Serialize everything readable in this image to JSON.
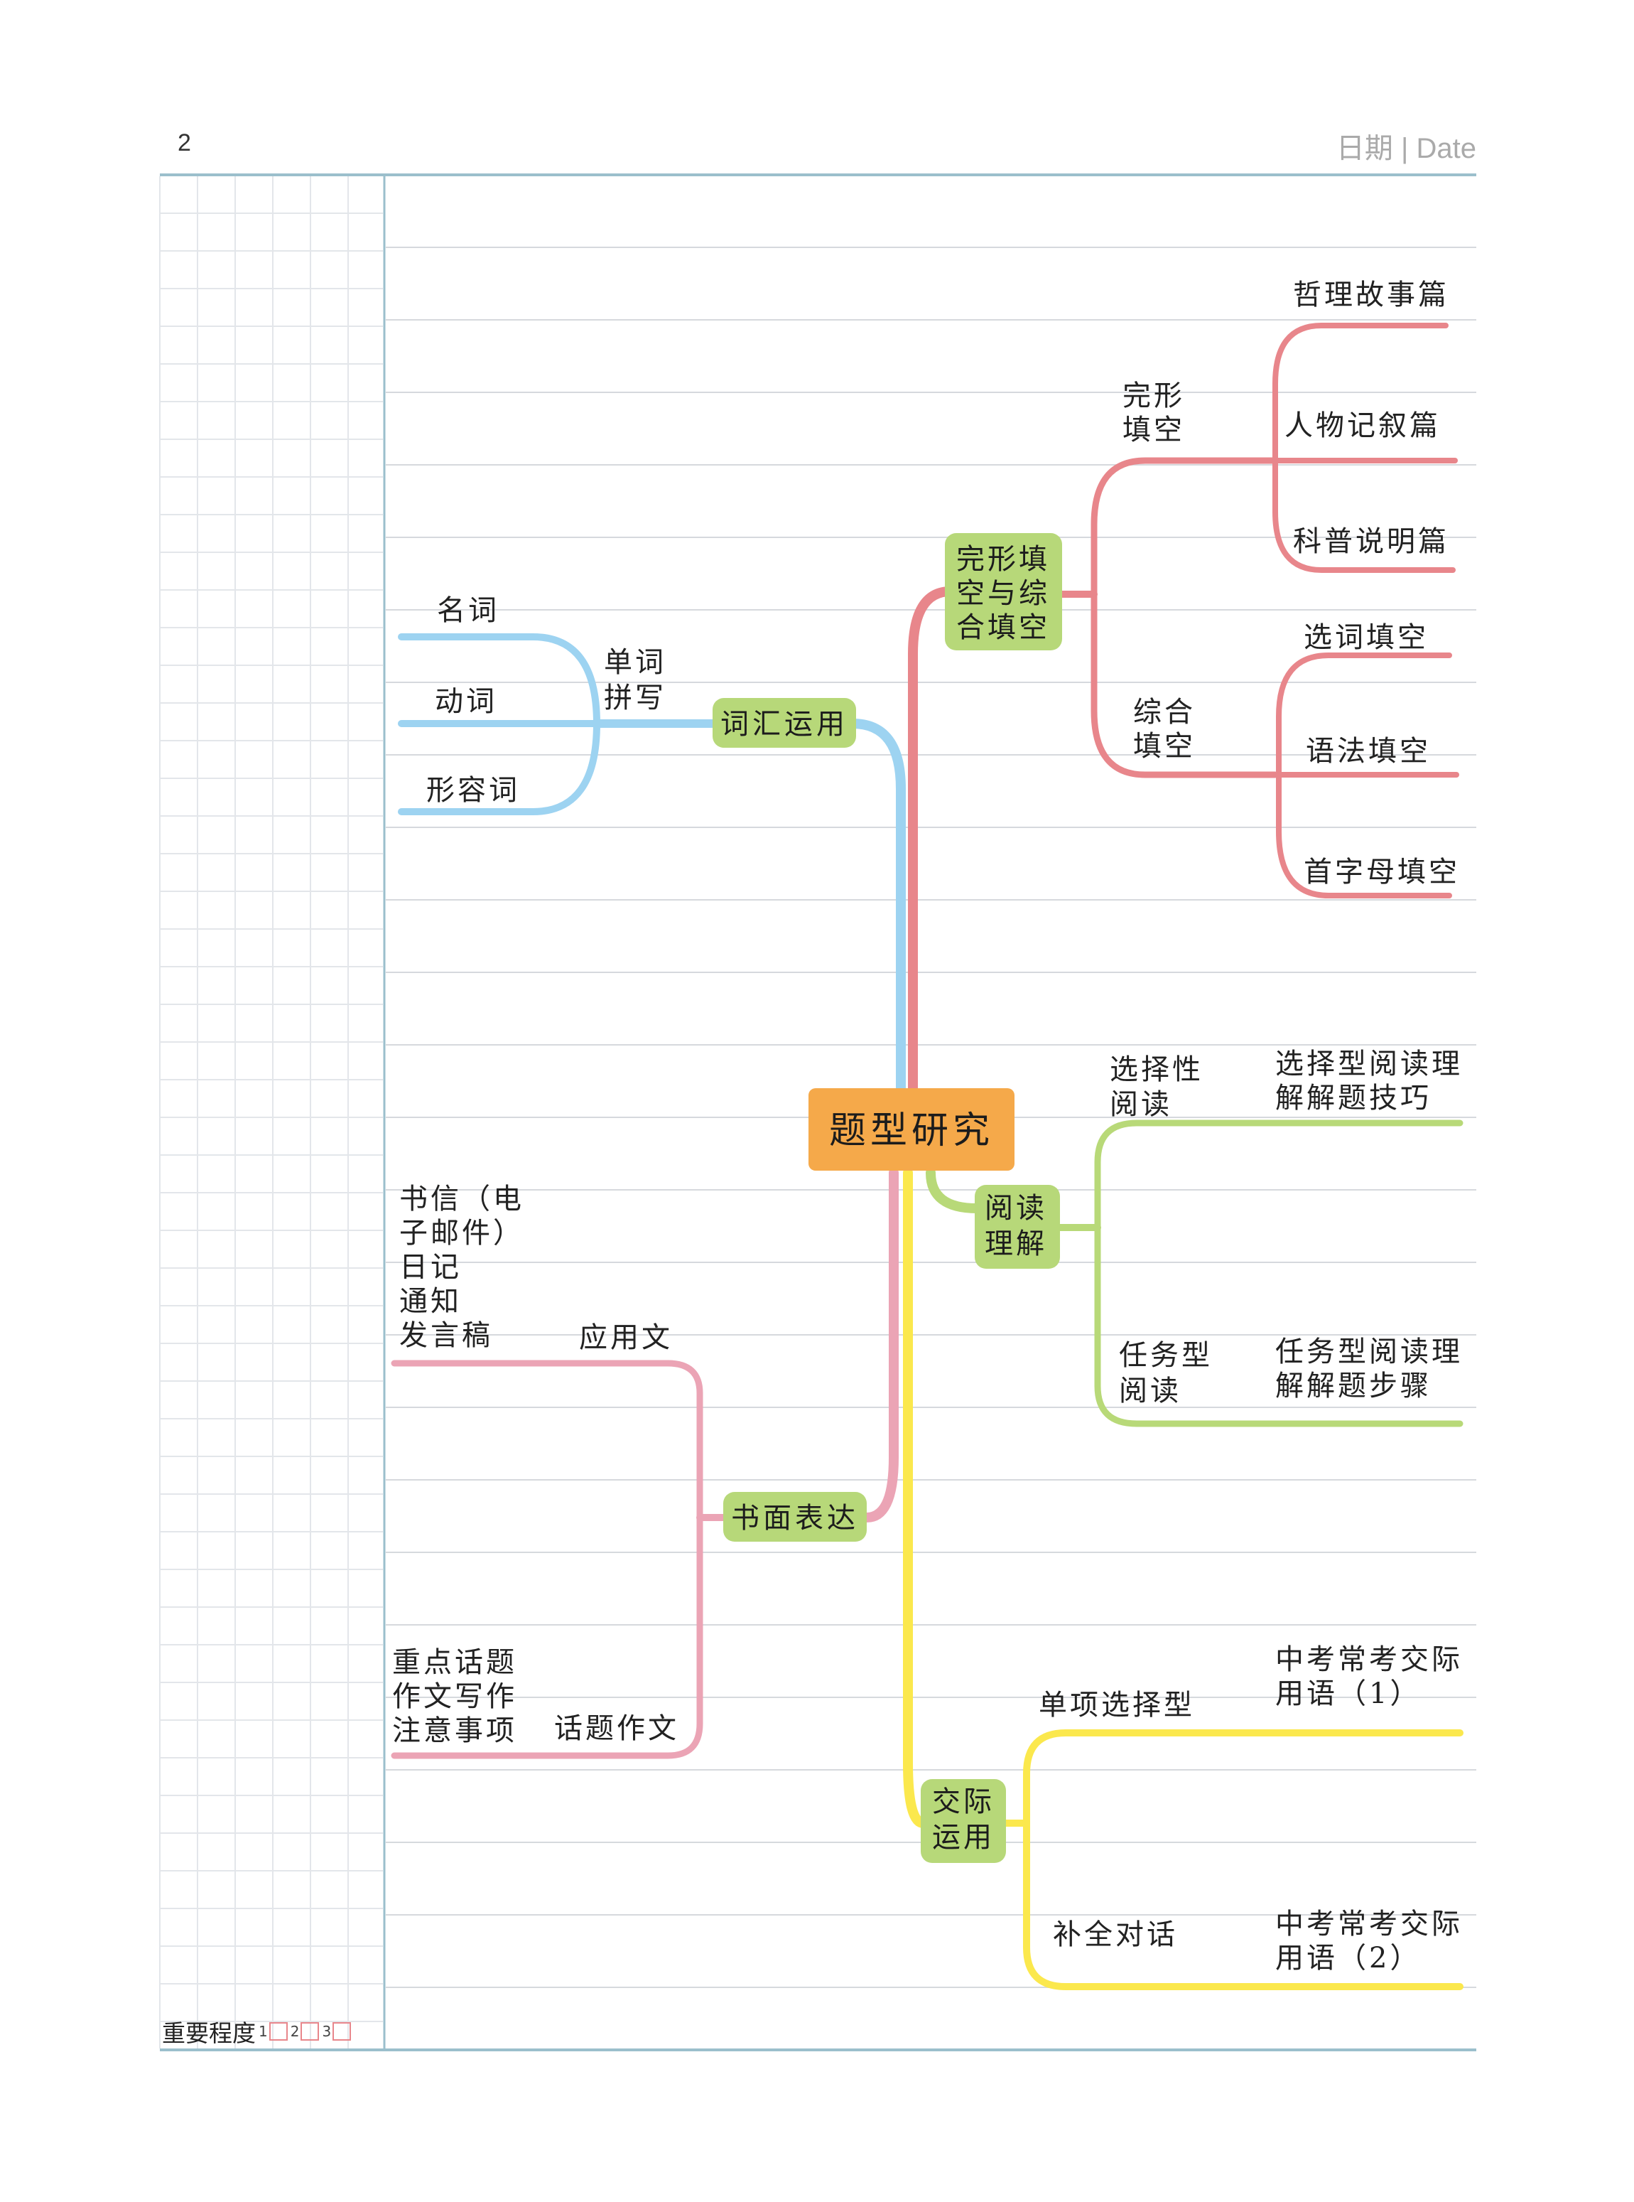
{
  "page_number": "2",
  "date_label": "日期 | Date",
  "importance": {
    "label": "重要程度",
    "levels": [
      "1",
      "2",
      "3"
    ]
  },
  "colors": {
    "blue": "#9dd3f1",
    "red": "#e8868b",
    "pink": "#eba4b5",
    "green": "#b8d978",
    "yellow": "#fbe84d",
    "node_green": "#b7d879",
    "node_orange": "#f5a94a"
  },
  "center": {
    "label": "题型研究"
  },
  "branches": {
    "vocab": {
      "label": "词汇运用",
      "sub": "单词拼写",
      "items": [
        "名词",
        "动词",
        "形容词"
      ]
    },
    "cloze": {
      "label_lines": [
        "完形填",
        "空与综",
        "合填空"
      ],
      "groups": [
        {
          "label_lines": [
            "完形",
            "填空"
          ],
          "items": [
            "哲理故事篇",
            "人物记叙篇",
            "科普说明篇"
          ]
        },
        {
          "label_lines": [
            "综合",
            "填空"
          ],
          "items": [
            "选词填空",
            "语法填空",
            "首字母填空"
          ]
        }
      ]
    },
    "reading": {
      "label_lines": [
        "阅读",
        "理解"
      ],
      "groups": [
        {
          "label_lines": [
            "选择性",
            "阅读"
          ],
          "detail_lines": [
            "选择型阅读理",
            "解解题技巧"
          ]
        },
        {
          "label_lines": [
            "任务型",
            "阅读"
          ],
          "detail_lines": [
            "任务型阅读理",
            "解解题步骤"
          ]
        }
      ]
    },
    "writing": {
      "label": "书面表达",
      "groups": [
        {
          "label": "应用文",
          "detail_lines": [
            "书信（电",
            "子邮件）",
            "日记",
            "通知",
            "发言稿"
          ]
        },
        {
          "label": "话题作文",
          "detail_lines": [
            "重点话题",
            "作文写作",
            "注意事项"
          ]
        }
      ]
    },
    "communication": {
      "label_lines": [
        "交际",
        "运用"
      ],
      "groups": [
        {
          "label": "单项选择型",
          "detail_lines": [
            "中考常考交际",
            "用语（1）"
          ]
        },
        {
          "label": "补全对话",
          "detail_lines": [
            "中考常考交际",
            "用语（2）"
          ]
        }
      ]
    }
  }
}
